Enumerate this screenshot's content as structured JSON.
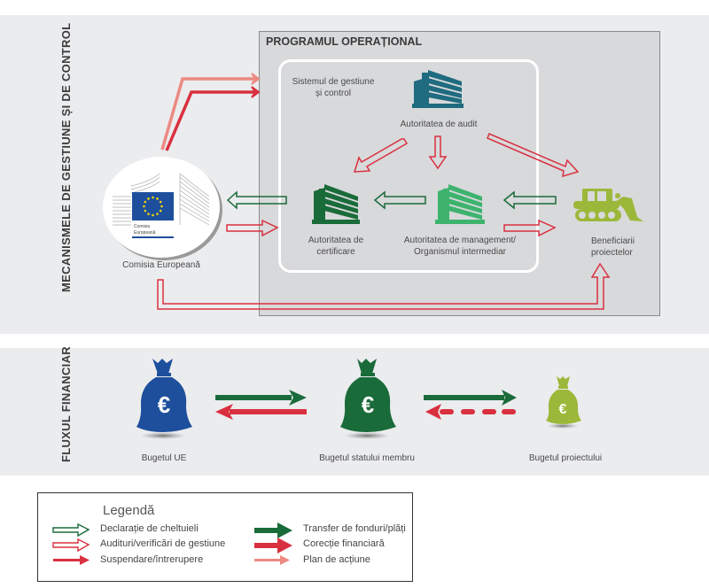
{
  "sections": {
    "mechanisms_label": "MECANISMELE DE GESTIUNE ȘI DE CONTROL",
    "financial_flow_label": "FLUXUL FINANCIAR"
  },
  "program": {
    "title": "PROGRAMUL OPERAȚIONAL",
    "system_label_line1": "Sistemul de gestiune",
    "system_label_line2": "și control"
  },
  "entities": {
    "commission": {
      "label": "Comisia Europeană",
      "logo_text_line1": "Comisia",
      "logo_text_line2": "Europeană"
    },
    "audit_authority": {
      "label": "Autoritatea de audit",
      "color": "#1f6b80"
    },
    "certification_authority": {
      "label_line1": "Autoritatea de",
      "label_line2": "certificare",
      "color": "#1a6b3a"
    },
    "management_authority": {
      "label_line1": "Autoritatea de management/",
      "label_line2": "Organismul intermediar",
      "color": "#3db36e"
    },
    "beneficiaries": {
      "label_line1": "Beneficiarii",
      "label_line2": "proiectelor",
      "color": "#9cb83a"
    }
  },
  "budgets": [
    {
      "label": "Bugetul UE",
      "color": "#1d4f9c"
    },
    {
      "label": "Bugetul statului membru",
      "color": "#1a6b3a"
    },
    {
      "label": "Bugetul proiectului",
      "color": "#9cb83a"
    }
  ],
  "currency_symbol": "€",
  "legend": {
    "title": "Legendă",
    "items": [
      {
        "label": "Declarație de cheltuieli",
        "style": "outline",
        "color": "#1a6b3a"
      },
      {
        "label": "Audituri/verificări de gestiune",
        "style": "outline",
        "color": "#d9303f"
      },
      {
        "label": "Suspendare/întrerupere",
        "style": "thin-solid",
        "color": "#d9303f"
      },
      {
        "label": "Transfer de fonduri/plăți",
        "style": "solid",
        "color": "#1a6b3a"
      },
      {
        "label": "Corecție financiară",
        "style": "solid",
        "color": "#d9303f"
      },
      {
        "label": "Plan de acțiune",
        "style": "thin-solid",
        "color": "#ec8a83"
      }
    ]
  },
  "colors": {
    "green_dark": "#1a6b3a",
    "red": "#d9303f",
    "salmon": "#ec8a83",
    "eu_blue": "#1d4f9c",
    "eu_star": "#ffd700"
  }
}
